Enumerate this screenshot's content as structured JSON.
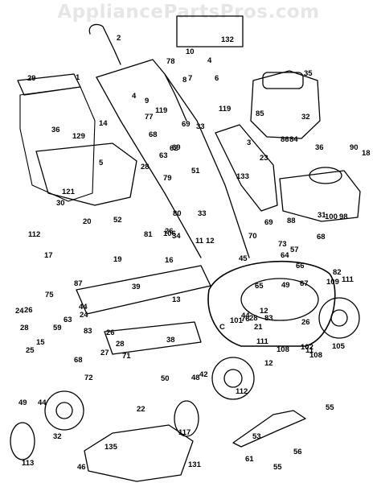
{
  "watermark": "AppliancePartsPros.com",
  "labels": [
    "1",
    "2",
    "3",
    "4",
    "4",
    "5",
    "6",
    "7",
    "8",
    "9",
    "10",
    "11",
    "11",
    "12",
    "12",
    "12",
    "13",
    "14",
    "15",
    "16",
    "17",
    "18",
    "19",
    "20",
    "21",
    "22",
    "23",
    "24",
    "24",
    "25",
    "26",
    "26",
    "26",
    "26",
    "27",
    "28",
    "28",
    "28",
    "28",
    "29",
    "30",
    "31",
    "32",
    "32",
    "33",
    "33",
    "34",
    "35",
    "36",
    "36",
    "38",
    "39",
    "42",
    "44",
    "44",
    "44",
    "45",
    "46",
    "48",
    "49",
    "49",
    "50",
    "51",
    "52",
    "53",
    "55",
    "55",
    "56",
    "57",
    "59",
    "61",
    "62",
    "63",
    "63",
    "64",
    "65",
    "66",
    "67",
    "68",
    "68",
    "68",
    "69",
    "69",
    "69",
    "70",
    "71",
    "72",
    "73",
    "75",
    "76",
    "77",
    "78",
    "79",
    "80",
    "81",
    "82",
    "83",
    "83",
    "84",
    "85",
    "86",
    "87",
    "88",
    "90",
    "98",
    "100",
    "101",
    "102",
    "105",
    "106",
    "108",
    "108",
    "109",
    "111",
    "111",
    "112",
    "112",
    "113",
    "117",
    "119",
    "119",
    "121",
    "129",
    "131",
    "132",
    "133",
    "135",
    "C",
    "C",
    "C"
  ],
  "colors": {
    "ink": "#000000",
    "paper": "#ffffff",
    "watermark": "#e6e6e6"
  }
}
